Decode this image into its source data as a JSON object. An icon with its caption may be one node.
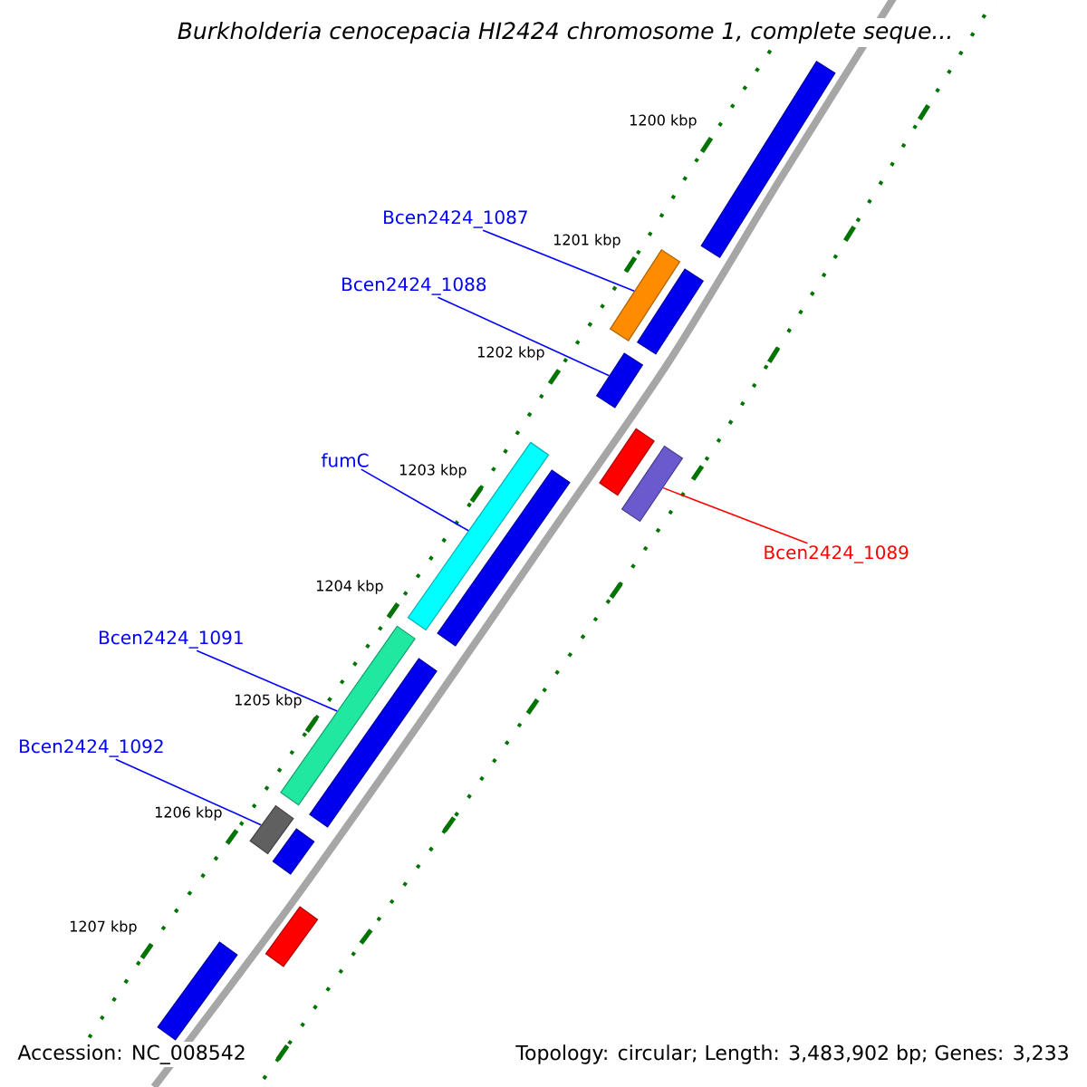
{
  "diagram": {
    "title": "Burkholderia cenocepacia HI2424 chromosome 1, complete seque...",
    "nodes": [
      {
        "text": [
          "Bcen2424_1087"
        ]
      },
      {
        "text": [
          "Bcen2424_1088"
        ]
      },
      {
        "text": [
          "fumC"
        ]
      },
      {
        "text": [
          "Bcen2424_1089"
        ]
      },
      {
        "text": [
          "Bcen2424_1091"
        ]
      },
      {
        "text": [
          "Bcen2424_1092"
        ]
      },
      {
        "text": [],
        "shape": "bar"
      },
      {
        "text": [],
        "shape": "bar"
      },
      {
        "text": [],
        "shape": "bar"
      },
      {
        "text": [],
        "shape": "bar"
      },
      {
        "text": [],
        "shape": "bar"
      },
      {
        "text": [],
        "shape": "bar"
      },
      {
        "text": [],
        "shape": "bar"
      },
      {
        "text": [],
        "shape": "bar"
      },
      {
        "text": [],
        "shape": "bar"
      },
      {
        "text": [],
        "shape": "bar"
      },
      {
        "text": [],
        "shape": "bar"
      },
      {
        "text": [],
        "shape": "bar"
      },
      {
        "text": [],
        "shape": "bar"
      },
      {
        "text": [],
        "shape": "bar"
      }
    ],
    "edges": [
      {
        "from": 0,
        "to": 7,
        "arrow": "none"
      },
      {
        "from": 1,
        "to": 9,
        "arrow": "none"
      },
      {
        "from": 2,
        "to": 12,
        "arrow": "none"
      },
      {
        "from": 3,
        "to": 11,
        "arrow": "none",
        "color": "#ff0000"
      },
      {
        "from": 4,
        "to": 14,
        "arrow": "none"
      },
      {
        "from": 5,
        "to": 16,
        "arrow": "none"
      }
    ],
    "labels": [
      "1200 kbp",
      "1201 kbp",
      "1202 kbp",
      "1203 kbp",
      "1204 kbp",
      "1205 kbp",
      "1206 kbp",
      "1207 kbp",
      "Accession: NC_008542",
      "Topology: circular; Length: 3,483,902 bp; Genes: 3,233"
    ]
  }
}
